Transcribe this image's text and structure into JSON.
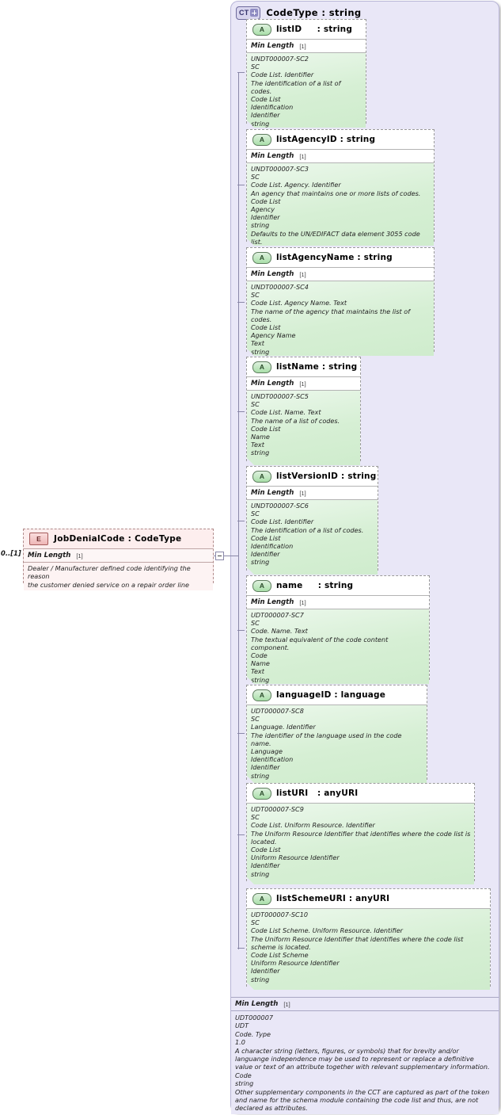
{
  "diagram": {
    "kind": "xsd-schema-diagram",
    "complex_type": {
      "badge": "CT",
      "badge_icon": "plus-icon",
      "title": "CodeType : string"
    },
    "element": {
      "badge": "E",
      "title": "JobDenialCode : CodeType",
      "cardinality": "0..[1]",
      "facet": {
        "name": "Min Length",
        "card": "[1]"
      },
      "doc": [
        "Dealer / Manufacturer defined code identifying the reason",
        "the customer denied service on a repair order line"
      ]
    },
    "attributes": [
      {
        "badge": "A",
        "name": "listID",
        "type": ": string",
        "facet": {
          "name": "Min Length",
          "card": "[1]"
        },
        "doc": [
          "UNDT000007-SC2",
          "SC",
          "Code List. Identifier",
          "The identification of a list of codes.",
          "Code List",
          "Identification",
          "Identifier",
          "string"
        ]
      },
      {
        "badge": "A",
        "name": "listAgencyID",
        "type": ": string",
        "facet": {
          "name": "Min Length",
          "card": "[1]"
        },
        "doc": [
          "UNDT000007-SC3",
          "SC",
          "Code List. Agency. Identifier",
          "An agency that maintains one or more lists of codes.",
          "Code List",
          "Agency",
          "Identifier",
          "string",
          "Defaults to the UN/EDIFACT data element 3055 code list."
        ]
      },
      {
        "badge": "A",
        "name": "listAgencyName",
        "type": ": string",
        "facet": {
          "name": "Min Length",
          "card": "[1]"
        },
        "doc": [
          "UNDT000007-SC4",
          "SC",
          "Code List. Agency Name. Text",
          "The name of the agency that maintains the list of codes.",
          "Code List",
          "Agency Name",
          "Text",
          "string"
        ]
      },
      {
        "badge": "A",
        "name": "listName",
        "type": ": string",
        "facet": {
          "name": "Min Length",
          "card": "[1]"
        },
        "doc": [
          "UNDT000007-SC5",
          "SC",
          "Code List. Name. Text",
          "The name of a list of codes.",
          "Code List",
          "Name",
          "Text",
          "string"
        ]
      },
      {
        "badge": "A",
        "name": "listVersionID",
        "type": ": string",
        "facet": {
          "name": "Min Length",
          "card": "[1]"
        },
        "doc": [
          "UNDT000007-SC6",
          "SC",
          "Code List. Identifier",
          "The identification of a list of codes.",
          "Code List",
          "Identification",
          "Identifier",
          "string"
        ]
      },
      {
        "badge": "A",
        "name": "name",
        "type": ": string",
        "facet": {
          "name": "Min Length",
          "card": "[1]"
        },
        "doc": [
          "UDT000007-SC7",
          "SC",
          "Code. Name. Text",
          "The textual equivalent of the code content component.",
          "Code",
          "Name",
          "Text",
          "string"
        ]
      },
      {
        "badge": "A",
        "name": "languageID",
        "type": ": language",
        "facet": null,
        "doc": [
          "UDT000007-SC8",
          "SC",
          "Language. Identifier",
          "The identifier of the language used in the code name.",
          "Language",
          "Identification",
          "Identifier",
          "string"
        ]
      },
      {
        "badge": "A",
        "name": "listURI",
        "type": ": anyURI",
        "facet": null,
        "doc": [
          "UDT000007-SC9",
          "SC",
          "Code List. Uniform Resource. Identifier",
          "The Uniform Resource Identifier that identifies where the code list is located.",
          "Code List",
          "Uniform Resource Identifier",
          "Identifier",
          "string"
        ]
      },
      {
        "badge": "A",
        "name": "listSchemeURI",
        "type": ": anyURI",
        "facet": null,
        "doc": [
          "UDT000007-SC10",
          "SC",
          "Code List Scheme. Uniform Resource. Identifier",
          "The Uniform Resource Identifier that identifies where the code list scheme is located.",
          "Code List Scheme",
          "Uniform Resource Identifier",
          "Identifier",
          "string"
        ]
      }
    ],
    "base_type": {
      "facet": {
        "name": "Min Length",
        "card": "[1]"
      },
      "doc": [
        "UDT000007",
        "UDT",
        "Code. Type",
        "1.0",
        "A character string (letters, figures, or symbols) that for brevity and/or languange independence may be used to represent or replace a definitive value or text of an attribute together with relevant supplementary information.",
        "Code",
        "string",
        "Other supplementary components in the CCT are captured as part of the token and name for the schema module containing the code list and thus, are not declared as attributes."
      ]
    }
  },
  "colors": {
    "container_bg": "#e9e7f7",
    "attribute_green": "#d6efd4",
    "element_pink": "#fdf3f3",
    "connector": "#8a88a8"
  }
}
